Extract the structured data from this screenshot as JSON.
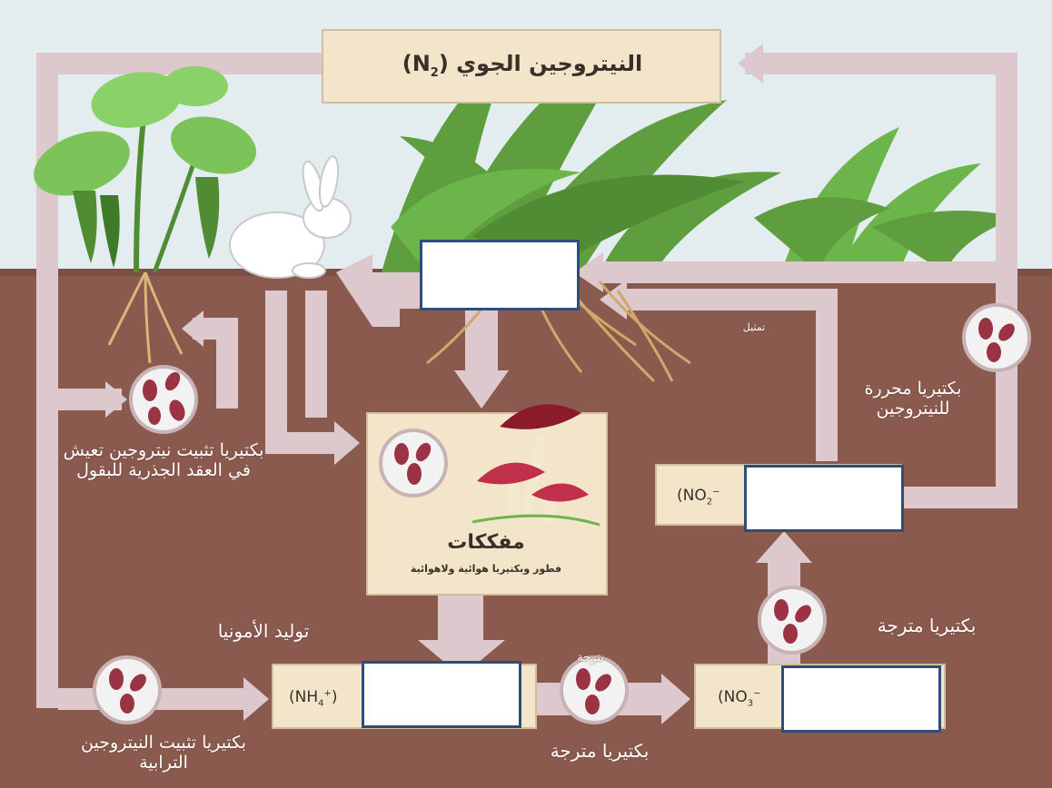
{
  "title": {
    "text": "النيتروجين الجوي (N",
    "sub": "2",
    "close": ")"
  },
  "labels": {
    "decomposers": "مفككات",
    "decomposers_sub": "فطور وبكتيريا هوائية ولاهوائية",
    "ammonification": "توليد الأمونيا",
    "nitrifying_top": "نترجة",
    "nitrifying_bottom": "بكتيريا مترجة",
    "nitrifying_right": "بكتيريا مترجة",
    "denitrifying": "بكتيريا محررة للنيتروجين",
    "assimilation": "تمثيل",
    "root_nodule_bacteria": "بكتيريا تثبيت نيتروجين تعيش في العقد الجذرية للبقول",
    "soil_fixing_bacteria": "بكتيريا تثبيت النيتروجين الترابية"
  },
  "chem": {
    "ammonium": "(NH",
    "ammonium_sup": "4",
    "ammonium_charge": "+",
    "ammonium_close": ")",
    "nitrite": "(NO",
    "nitrite_sub": "2",
    "nitrite_charge": "−",
    "nitrate": "(NO",
    "nitrate_sub": "3",
    "nitrate_charge": "−"
  },
  "colors": {
    "sky": "#e3ecef",
    "soil": "#8b5a4f",
    "arrow": "#ddc9cd",
    "panel": "#f3e5c9",
    "leaf": "#6bb54a",
    "blank_border": "#2f4d7a",
    "mushroom": "#c0304a"
  },
  "icons": [
    "rabbit-icon",
    "bean-plant-icon",
    "grass-plant-icon",
    "mushroom-icon",
    "bacteria-icon"
  ]
}
